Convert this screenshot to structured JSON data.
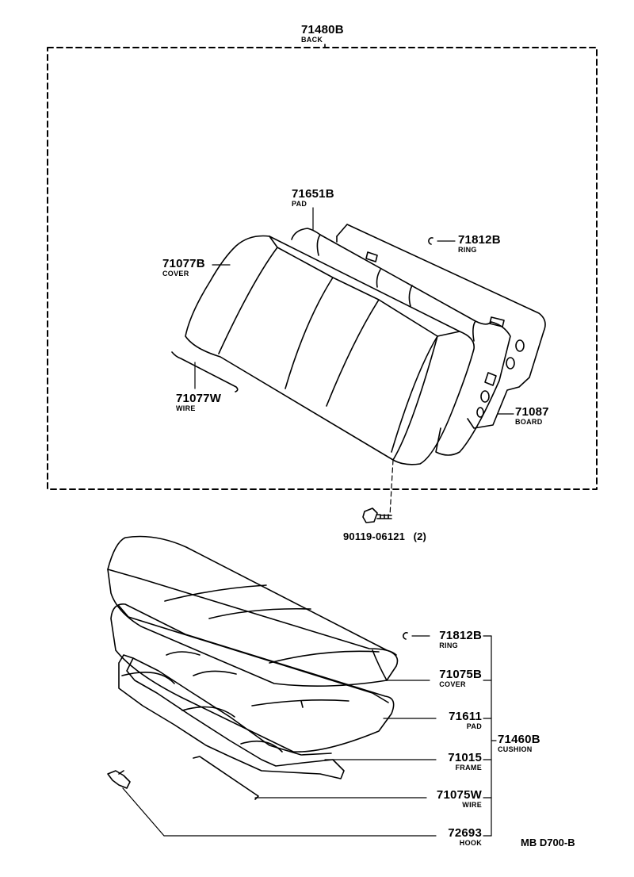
{
  "back": {
    "part": "71480B",
    "desc": "BACK"
  },
  "back_parts": {
    "pad": {
      "part": "71651B",
      "desc": "PAD"
    },
    "cover": {
      "part": "71077B",
      "desc": "COVER"
    },
    "ring": {
      "part": "71812B",
      "desc": "RING"
    },
    "wire": {
      "part": "71077W",
      "desc": "WIRE"
    },
    "board": {
      "part": "71087",
      "desc": "BOARD"
    }
  },
  "bolt": {
    "part": "90119-06121",
    "qty": "(2)"
  },
  "cushion": {
    "part": "71460B",
    "desc": "CUSHION"
  },
  "cushion_parts": {
    "ring": {
      "part": "71812B",
      "desc": "RING"
    },
    "cover": {
      "part": "71075B",
      "desc": "COVER"
    },
    "pad": {
      "part": "71611",
      "desc": "PAD"
    },
    "frame": {
      "part": "71015",
      "desc": "FRAME"
    },
    "wire": {
      "part": "71075W",
      "desc": "WIRE"
    },
    "hook": {
      "part": "72693",
      "desc": "HOOK"
    }
  },
  "diagram_code": "MB D700-B"
}
